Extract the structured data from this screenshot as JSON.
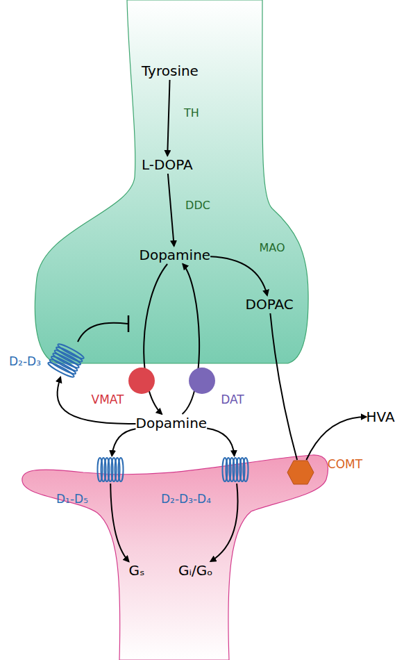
{
  "diagram": {
    "nodes": [
      {
        "text": [
          "Tyrosine"
        ]
      },
      {
        "text": [
          "L-DOPA"
        ]
      },
      {
        "text": [
          "Dopamine"
        ]
      },
      {
        "text": [
          "DOPAC"
        ]
      },
      {
        "text": [
          "D₂-D₃"
        ]
      },
      {
        "text": [
          "VMAT"
        ]
      },
      {
        "text": [
          "DAT"
        ]
      },
      {
        "text": [
          "Dopamine"
        ]
      },
      {
        "text": [
          "HVA"
        ]
      },
      {
        "text": [
          "D₁-D₅"
        ]
      },
      {
        "text": [
          "D₂-D₃-D₄"
        ]
      },
      {
        "text": [
          "COMT"
        ]
      },
      {
        "text": [
          "Gₛ"
        ]
      },
      {
        "text": [
          "Gᵢ/Gₒ"
        ]
      }
    ],
    "edges": [
      {
        "from": 0,
        "to": 1,
        "label": "TH",
        "arrow": "to"
      },
      {
        "from": 1,
        "to": 2,
        "label": "DDC",
        "arrow": "to"
      },
      {
        "from": 2,
        "to": 3,
        "label": "MAO",
        "arrow": "to"
      },
      {
        "from": 2,
        "to": 7,
        "arrow": "to"
      },
      {
        "from": 7,
        "to": 2,
        "arrow": "to"
      },
      {
        "from": 7,
        "to": 4,
        "arrow": "to"
      },
      {
        "from": 7,
        "to": 9,
        "arrow": "to"
      },
      {
        "from": 7,
        "to": 10,
        "arrow": "to"
      },
      {
        "from": 9,
        "to": 12,
        "arrow": "to"
      },
      {
        "from": 10,
        "to": 13,
        "arrow": "to"
      },
      {
        "from": 3,
        "to": 11,
        "arrow": "none"
      },
      {
        "from": 11,
        "to": 8,
        "arrow": "to"
      }
    ]
  }
}
